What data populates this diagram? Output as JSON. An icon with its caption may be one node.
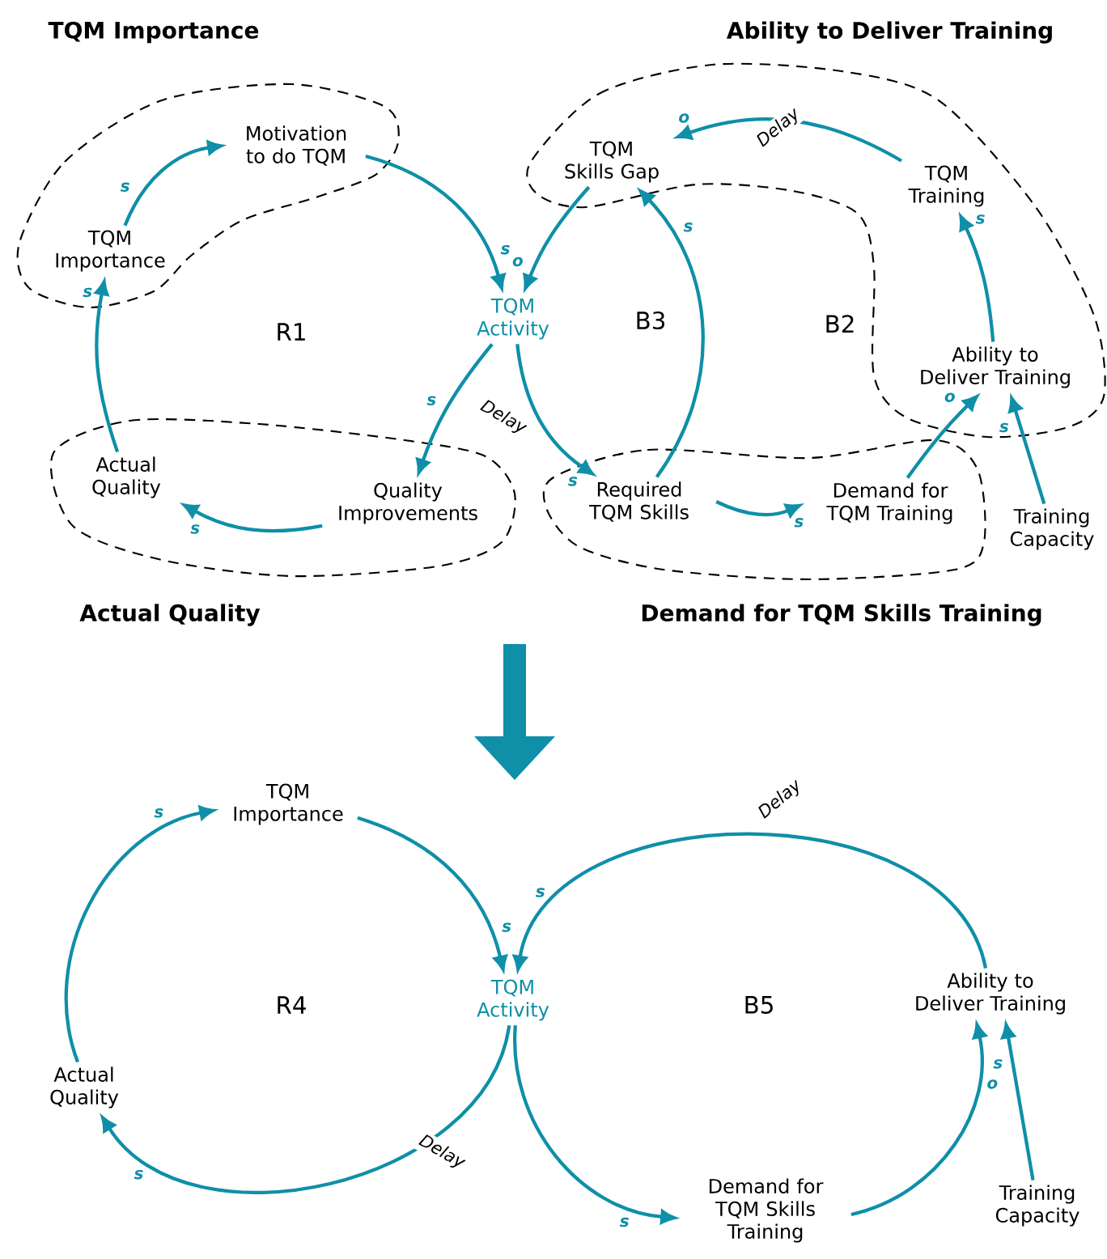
{
  "diagram": {
    "nodes": [
      {
        "text": [
          "TQM Importance"
        ]
      },
      {
        "text": [
          "TQM Importance"
        ],
        "in": 0
      },
      {
        "text": [
          "Motivation to do TQM"
        ],
        "in": 0
      },
      {
        "text": [
          "Ability to Deliver Training"
        ]
      },
      {
        "text": [
          "TQM Skills Gap"
        ],
        "in": 3
      },
      {
        "text": [
          "TQM Training"
        ],
        "in": 3
      },
      {
        "text": [
          "Ability to Deliver Training"
        ],
        "in": 3
      },
      {
        "text": [
          "TQM Activity"
        ]
      },
      {
        "text": [
          "Actual Quality"
        ]
      },
      {
        "text": [
          "Actual Quality"
        ],
        "in": 8
      },
      {
        "text": [
          "Quality Improvements"
        ],
        "in": 8
      },
      {
        "text": [
          "Demand for TQM Skills Training"
        ]
      },
      {
        "text": [
          "Required TQM Skills"
        ],
        "in": 11
      },
      {
        "text": [
          "Demand for TQM Training"
        ],
        "in": 11
      },
      {
        "text": [
          "Training Capacity"
        ]
      },
      {
        "text": [
          "TQM Importance"
        ]
      },
      {
        "text": [
          "TQM Activity"
        ]
      },
      {
        "text": [
          "Actual Quality"
        ]
      },
      {
        "text": [
          "Ability to Deliver Training"
        ]
      },
      {
        "text": [
          "Demand for TQM Skills Training"
        ]
      },
      {
        "text": [
          "Training Capacity"
        ]
      }
    ],
    "edges": [
      {
        "from": 1,
        "to": 2,
        "arrow": "to",
        "label": "s"
      },
      {
        "from": 2,
        "to": 7,
        "arrow": "to",
        "label": "s"
      },
      {
        "from": 4,
        "to": 7,
        "arrow": "to",
        "label": "o"
      },
      {
        "from": 7,
        "to": 10,
        "arrow": "to",
        "label": "s"
      },
      {
        "from": 10,
        "to": 9,
        "arrow": "to",
        "label": "s"
      },
      {
        "from": 9,
        "to": 1,
        "arrow": "to",
        "label": "s"
      },
      {
        "from": 7,
        "to": 12,
        "arrow": "to",
        "label": "s"
      },
      {
        "from": 12,
        "to": 13,
        "arrow": "to",
        "label": "s"
      },
      {
        "from": 12,
        "to": 4,
        "arrow": "to",
        "label": "s"
      },
      {
        "from": 13,
        "to": 6,
        "arrow": "to",
        "label": "o"
      },
      {
        "from": 14,
        "to": 6,
        "arrow": "to",
        "label": "s"
      },
      {
        "from": 6,
        "to": 5,
        "arrow": "to",
        "label": "s"
      },
      {
        "from": 5,
        "to": 4,
        "arrow": "to",
        "label": "o"
      },
      {
        "from": 15,
        "to": 16,
        "arrow": "to",
        "label": "s"
      },
      {
        "from": 16,
        "to": 17,
        "arrow": "to",
        "label": "s"
      },
      {
        "from": 17,
        "to": 15,
        "arrow": "to",
        "label": "s"
      },
      {
        "from": 16,
        "to": 19,
        "arrow": "to",
        "label": "s"
      },
      {
        "from": 19,
        "to": 18,
        "arrow": "to",
        "label": "o"
      },
      {
        "from": 20,
        "to": 18,
        "arrow": "to",
        "label": "s"
      },
      {
        "from": 18,
        "to": 16,
        "arrow": "to",
        "label": "s"
      }
    ],
    "labels": [
      "Delay",
      "R1",
      "B3",
      "B2",
      "Delay",
      "Delay",
      "R4",
      "B5",
      "Delay"
    ]
  }
}
